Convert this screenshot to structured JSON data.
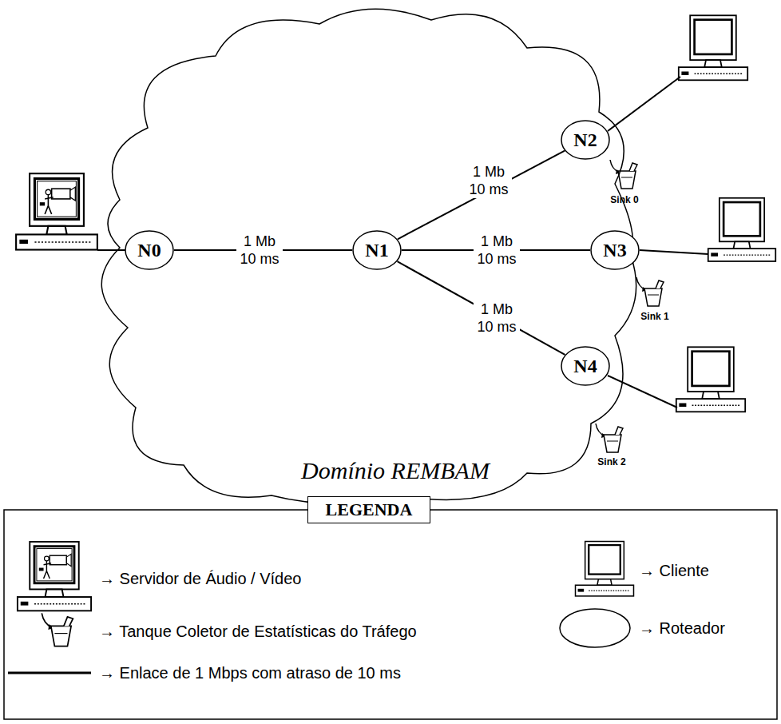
{
  "diagram": {
    "nodes": [
      {
        "text": [
          "Domínio REMBAM"
        ]
      },
      {
        "text": [
          "N0"
        ],
        "in": 0
      },
      {
        "text": [
          "N1"
        ],
        "in": 0
      },
      {
        "text": [
          "N2"
        ],
        "in": 0
      },
      {
        "text": [
          "N3"
        ],
        "in": 0
      },
      {
        "text": [
          "N4"
        ],
        "in": 0
      }
    ],
    "edges": [
      {
        "from": 1,
        "to": 2,
        "arrow": "none",
        "label": "1 Mb 10 ms"
      },
      {
        "from": 2,
        "to": 3,
        "arrow": "none",
        "label": "1 Mb 10 ms"
      },
      {
        "from": 2,
        "to": 4,
        "arrow": "none",
        "label": "1 Mb 10 ms"
      },
      {
        "from": 2,
        "to": 5,
        "arrow": "none",
        "label": "1 Mb 10 ms"
      }
    ],
    "labels": [
      "Sink 0",
      "Sink 1",
      "Sink 2",
      "LEGENDA"
    ],
    "legend": [
      {
        "text": "→ Servidor de Áudio / Vídeo"
      },
      {
        "text": "→ Cliente"
      },
      {
        "text": "→ Tanque Coletor de Estatísticas do Tráfego"
      },
      {
        "text": "→ Roteador"
      },
      {
        "text": "→ Enlace de 1 Mbps com atraso de 10 ms"
      }
    ]
  }
}
